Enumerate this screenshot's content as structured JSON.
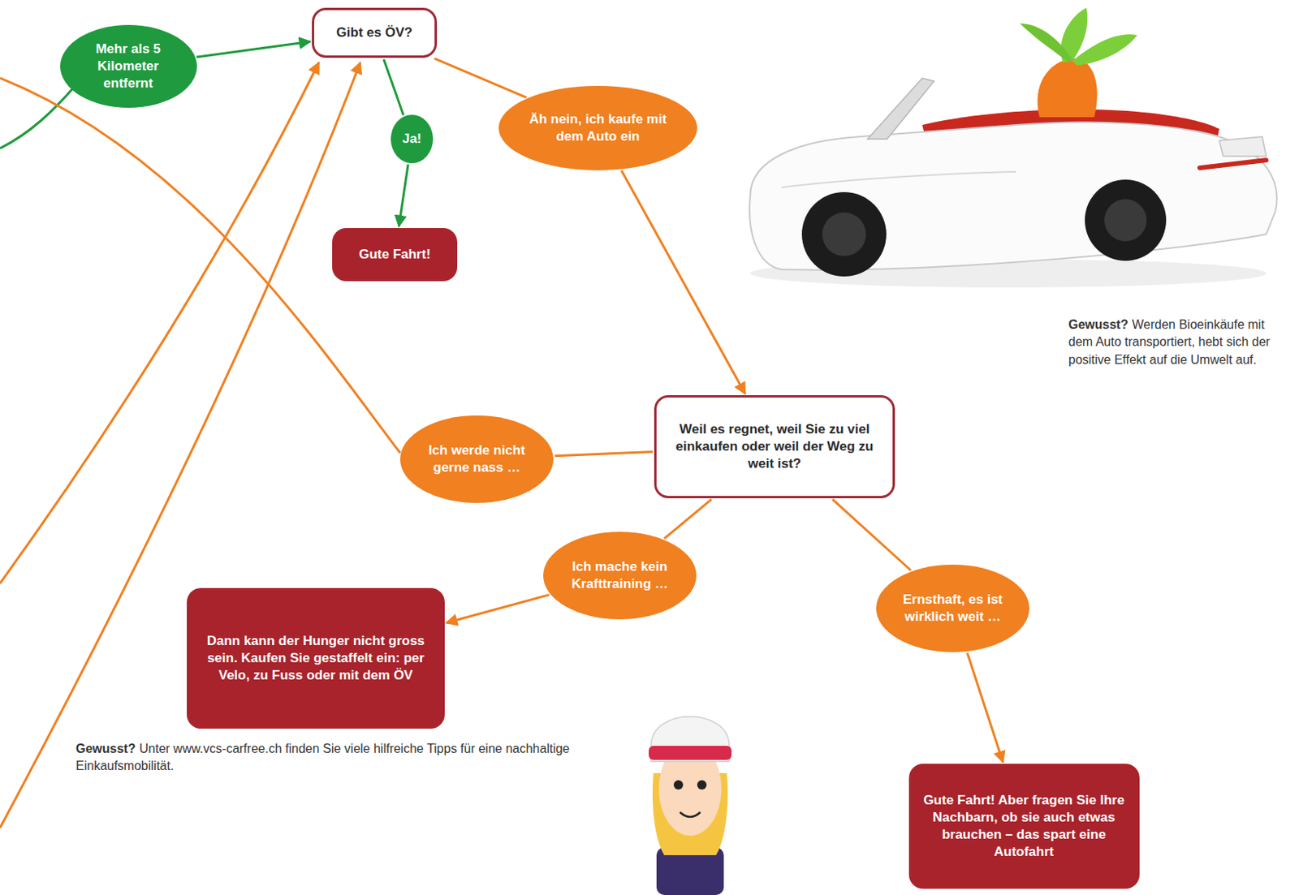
{
  "diagram": {
    "nodes": [
      {
        "text": [
          "Mehr als 5 Kilometer entfernt"
        ]
      },
      {
        "text": [
          "Gibt es ÖV?"
        ]
      },
      {
        "text": [
          "Ja!"
        ]
      },
      {
        "text": [
          "Gute Fahrt!"
        ]
      },
      {
        "text": [
          "Äh nein, ich kaufe mit dem Auto ein"
        ]
      },
      {
        "text": [
          "Ich werde nicht gerne nass …"
        ]
      },
      {
        "text": [
          "Weil es regnet, weil Sie zu viel einkaufen oder weil der Weg zu weit ist?"
        ]
      },
      {
        "text": [
          "Ich mache kein Krafttraining …"
        ]
      },
      {
        "text": [
          "Ernsthaft, es ist wirklich weit …"
        ]
      },
      {
        "text": [
          "Dann kann der Hunger nicht gross sein. Kaufen Sie gestaffelt ein: per Velo, zu Fuss oder mit dem ÖV"
        ]
      },
      {
        "text": [
          "Gute Fahrt! Aber fragen Sie Ihre Nachbarn, ob sie auch etwas brauchen – das spart eine Autofahrt"
        ]
      }
    ],
    "edges": [
      {
        "from": 0,
        "to": 1,
        "arrow": "to"
      },
      {
        "from": 1,
        "to": 2,
        "arrow": "none"
      },
      {
        "from": 2,
        "to": 3,
        "arrow": "to"
      },
      {
        "from": 1,
        "to": 4,
        "arrow": "none"
      },
      {
        "from": 4,
        "to": 6,
        "arrow": "to"
      },
      {
        "from": 6,
        "to": 5,
        "arrow": "none"
      },
      {
        "from": 6,
        "to": 7,
        "arrow": "none"
      },
      {
        "from": 7,
        "to": 9,
        "arrow": "to"
      },
      {
        "from": 6,
        "to": 8,
        "arrow": "none"
      },
      {
        "from": 8,
        "to": 10,
        "arrow": "to"
      }
    ],
    "labels": [
      "Gewusst?",
      "Werden Bioeinkäufe mit dem Auto transportiert, hebt sich der positive Effekt auf die Umwelt auf.",
      "Gewusst?",
      "Unter www.vcs-carfree.ch finden Sie viele hilfreiche Tipps für eine nachhaltige Einkaufsmobilität."
    ]
  }
}
